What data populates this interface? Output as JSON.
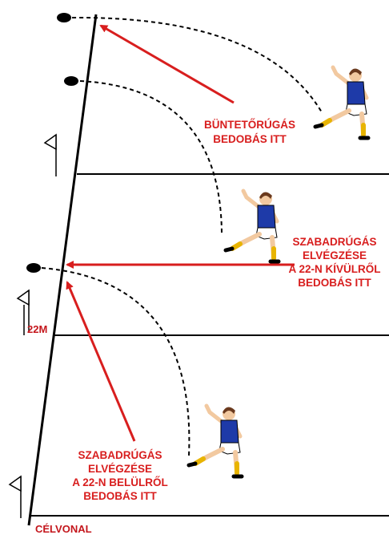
{
  "colors": {
    "line": "#000000",
    "arrow": "#d81e1e",
    "label": "#d81e1e",
    "jersey": "#1e3aa8",
    "shorts": "#ffffff",
    "skin": "#f2c9a0",
    "hair": "#6b3a1e",
    "socks": "#e8b400",
    "ball": "#000000"
  },
  "labels": {
    "penalty": [
      "BÜNTETŐRÚGÁS",
      "BEDOBÁS ITT"
    ],
    "free_kick_outside": [
      "SZABADRÚGÁS",
      "ELVÉGZÉSE",
      "A 22-N KÍVÜLRŐL",
      "BEDOBÁS ITT"
    ],
    "free_kick_inside": [
      "SZABADRÚGÁS",
      "ELVÉGZÉSE",
      "A 22-N BELÜLRŐL",
      "BEDOBÁS ITT"
    ],
    "line_22m": "22M",
    "goal_line": "CÉLVONAL"
  },
  "icons": {
    "flag": "corner-flag-icon",
    "ball": "rugby-ball-icon",
    "player": "kicking-player-icon"
  }
}
